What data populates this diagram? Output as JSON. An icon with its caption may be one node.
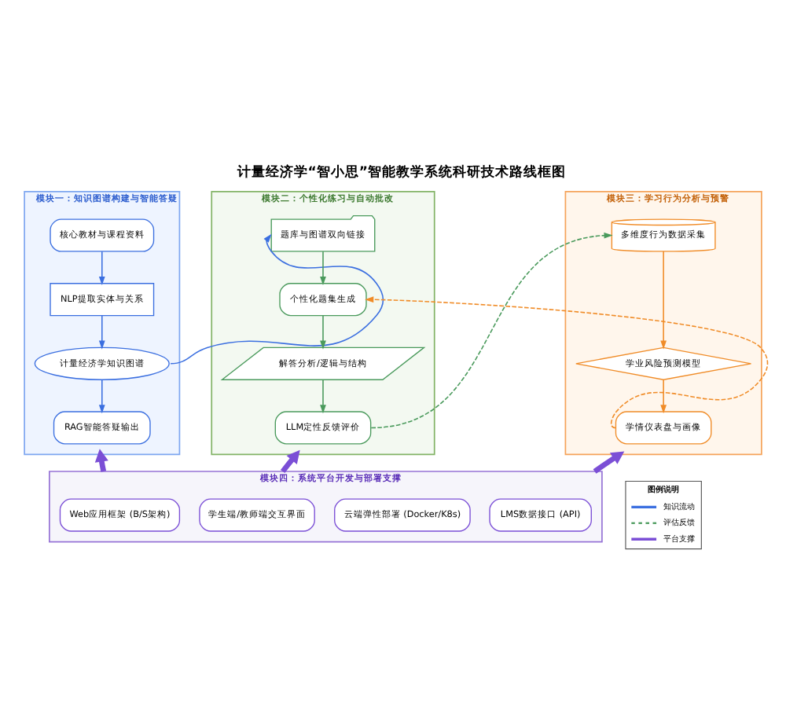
{
  "diagram": {
    "title": "计量经济学“智小思”智能教学系统科研技术路线框图",
    "nodes": [
      {
        "text": [
          "模块一：知识图谱构建与智能答疑"
        ]
      },
      {
        "text": [
          "核心教材与课程资料"
        ],
        "in": 0
      },
      {
        "text": [
          "NLP提取实体与关系"
        ],
        "in": 0
      },
      {
        "text": [
          "计量经济学知识图谱"
        ],
        "in": 0
      },
      {
        "text": [
          "RAG智能答疑输出"
        ],
        "in": 0
      },
      {
        "text": [
          "模块二：个性化练习与自动批改"
        ]
      },
      {
        "text": [
          "题库与图谱双向链接"
        ],
        "in": 5
      },
      {
        "text": [
          "个性化题集生成"
        ],
        "in": 5
      },
      {
        "text": [
          "解答分析/逻辑与结构"
        ],
        "in": 5
      },
      {
        "text": [
          "LLM定性反馈评价"
        ],
        "in": 5
      },
      {
        "text": [
          "模块三：学习行为分析与预警"
        ]
      },
      {
        "text": [
          "多维度行为数据采集"
        ],
        "in": 10
      },
      {
        "text": [
          "学业风险预测模型"
        ],
        "in": 10
      },
      {
        "text": [
          "学情仪表盘与画像"
        ],
        "in": 10
      },
      {
        "text": [
          "模块四：系统平台开发与部署支撑"
        ]
      },
      {
        "text": [
          "Web应用框架 (B/S架构)"
        ],
        "in": 14
      },
      {
        "text": [
          "学生端/教师端交互界面"
        ],
        "in": 14
      },
      {
        "text": [
          "云端弹性部署 (Docker/K8s)"
        ],
        "in": 14
      },
      {
        "text": [
          "LMS数据接口 (API)"
        ],
        "in": 14
      }
    ],
    "edges": [
      {
        "from": 1,
        "to": 2,
        "arrow": "to",
        "color": "#3b6fe0"
      },
      {
        "from": 2,
        "to": 3,
        "arrow": "to",
        "color": "#3b6fe0"
      },
      {
        "from": 3,
        "to": 4,
        "arrow": "to",
        "color": "#3b6fe0"
      },
      {
        "from": 3,
        "to": 6,
        "arrow": "to",
        "color": "#3b6fe0"
      },
      {
        "from": 6,
        "to": 7,
        "arrow": "to",
        "color": "#4a9a5c"
      },
      {
        "from": 7,
        "to": 8,
        "arrow": "to",
        "color": "#4a9a5c"
      },
      {
        "from": 8,
        "to": 9,
        "arrow": "to",
        "color": "#4a9a5c"
      },
      {
        "from": 9,
        "to": 11,
        "arrow": "to",
        "style": "dashed",
        "color": "#4a9a5c"
      },
      {
        "from": 11,
        "to": 12,
        "arrow": "to",
        "color": "#f08c28"
      },
      {
        "from": 12,
        "to": 13,
        "arrow": "to",
        "color": "#f08c28"
      },
      {
        "from": 13,
        "to": 7,
        "arrow": "to",
        "style": "dashed",
        "color": "#f08c28"
      },
      {
        "from": 14,
        "to": 0,
        "arrow": "to",
        "style": "thick",
        "color": "#7b4fd6"
      },
      {
        "from": 14,
        "to": 5,
        "arrow": "to",
        "style": "thick",
        "color": "#7b4fd6"
      },
      {
        "from": 14,
        "to": 10,
        "arrow": "to",
        "style": "thick",
        "color": "#7b4fd6"
      }
    ],
    "labels": [
      "图例说明"
    ],
    "legend": [
      {
        "text": "知识流动"
      },
      {
        "text": "评估反馈"
      },
      {
        "text": "平台支撑"
      }
    ]
  }
}
